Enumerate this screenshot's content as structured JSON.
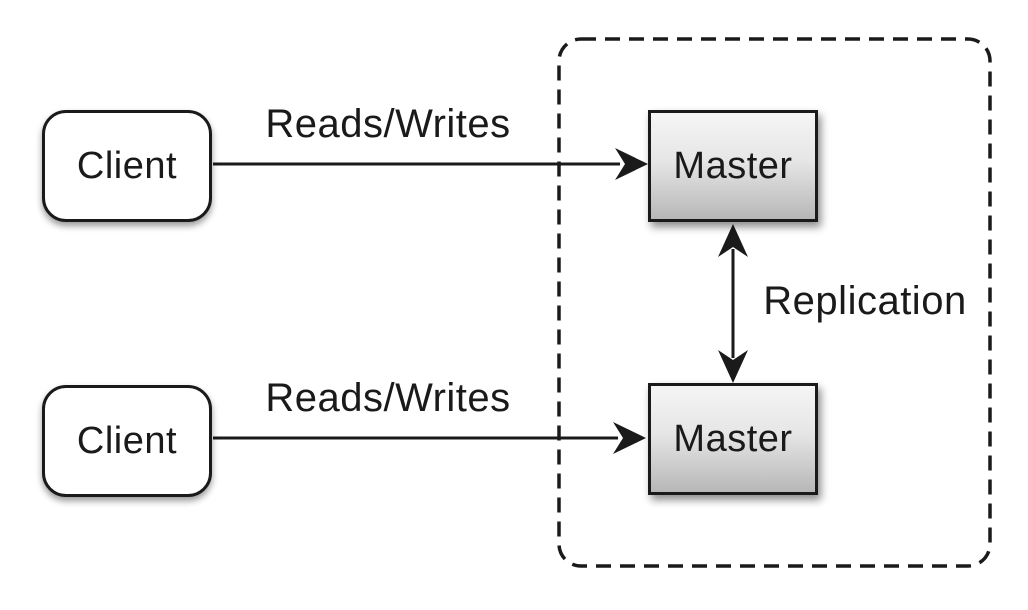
{
  "diagram": {
    "type": "architecture-diagram",
    "description": "Two clients performing reads and writes against two replicated master nodes",
    "nodes": {
      "client_top": {
        "label": "Client"
      },
      "client_bottom": {
        "label": "Client"
      },
      "master_top": {
        "label": "Master"
      },
      "master_bottom": {
        "label": "Master"
      }
    },
    "edges": {
      "reads_writes_top": {
        "label": "Reads/Writes",
        "direction": "right"
      },
      "reads_writes_bottom": {
        "label": "Reads/Writes",
        "direction": "right"
      },
      "replication": {
        "label": "Replication",
        "direction": "both"
      }
    },
    "group": {
      "style": "dashed-rounded-rectangle",
      "contains": [
        "master_top",
        "master_bottom"
      ]
    },
    "colors": {
      "line": "#1a1a1a",
      "background": "#ffffff",
      "client_fill": "#ffffff",
      "master_fill_light": "#f5f5f5",
      "master_fill_dark": "#b7b7b7"
    }
  }
}
